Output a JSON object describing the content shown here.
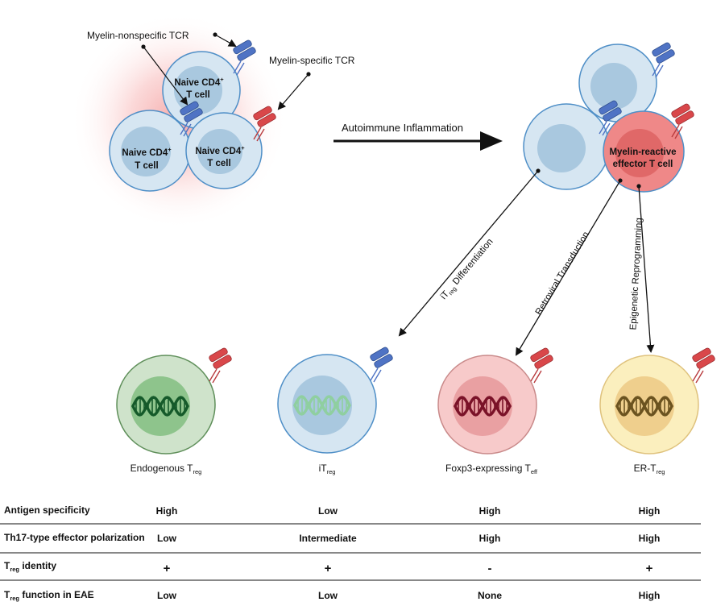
{
  "labels": {
    "nonspecific_tcr": "Myelin-nonspecific TCR",
    "specific_tcr": "Myelin-specific TCR",
    "naive_a": "Naive CD4",
    "naive_b": "Naive CD4",
    "naive_c": "Naive CD4",
    "sup_plus": "+",
    "t_cell": "T cell",
    "inflammation": "Autoimmune Inflammation",
    "effector_line1": "Myelin-reactive",
    "effector_line2": "effector T cell",
    "itreg_diff_pre": "iT",
    "itreg_diff_sub": "reg",
    "itreg_diff_post": " Differentiation",
    "retroviral": "Retroviral Transduction",
    "epigenetic": "Epigenetic Reprogramming"
  },
  "bottom_cells": [
    {
      "pre": "Endogenous T",
      "sub": "reg"
    },
    {
      "pre": "iT",
      "sub": "reg"
    },
    {
      "pre": "Foxp3-expressing T",
      "sub": "eff"
    },
    {
      "pre": "ER-T",
      "sub": "reg"
    }
  ],
  "table": {
    "rows": [
      {
        "head_pre": "Antigen specificity",
        "head_sub": "",
        "head_post": "",
        "values": [
          "High",
          "Low",
          "High",
          "High"
        ]
      },
      {
        "head_pre": "Th17-type effector polarization",
        "head_sub": "",
        "head_post": "",
        "values": [
          "Low",
          "Intermediate",
          "High",
          "High"
        ]
      },
      {
        "head_pre": "T",
        "head_sub": "reg",
        "head_post": " identity",
        "values": [
          "+",
          "+",
          "-",
          "+"
        ]
      },
      {
        "head_pre": "T",
        "head_sub": "reg",
        "head_post": " function in EAE",
        "values": [
          "Low",
          "Low",
          "None",
          "High"
        ]
      }
    ]
  },
  "colors": {
    "naive_fill": "#d6e6f2",
    "naive_stroke": "#4f8fc7",
    "naive_nucleus": "#a9c8df",
    "effector_fill": "#ef8888",
    "effector_nucleus": "#e06868",
    "effector_stroke": "#c54a4a",
    "glow": "#f28b8b",
    "tcr_blue": "#4f73c4",
    "tcr_red": "#d9474a",
    "endo_fill": "#cfe3cb",
    "endo_nucleus": "#8ec48c",
    "endo_dna": "#155a2a",
    "itreg_dna": "#8fcfa0",
    "foxp3_fill": "#f7caca",
    "foxp3_nucleus": "#e9a0a2",
    "foxp3_dna": "#7a1228",
    "er_fill": "#fbefbe",
    "er_nucleus": "#efcf8d",
    "er_dna": "#6b5320"
  }
}
